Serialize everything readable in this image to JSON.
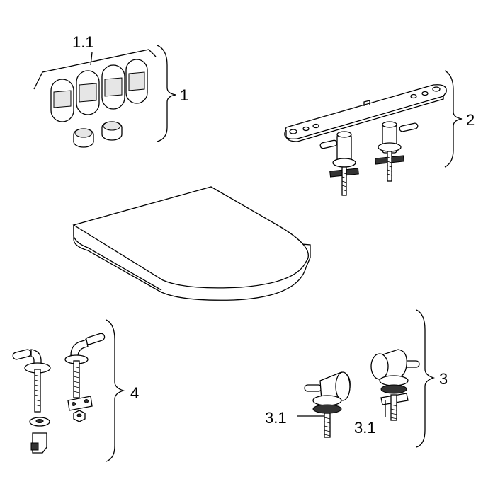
{
  "labels": {
    "group1": "1",
    "group1_sub": "1.1",
    "group2": "2",
    "group3": "3",
    "group3_sub_a": "3.1",
    "group3_sub_b": "3.1",
    "group4": "4"
  },
  "colors": {
    "line": "#000000",
    "background": "#ffffff",
    "shade": "#e6e6e6"
  }
}
